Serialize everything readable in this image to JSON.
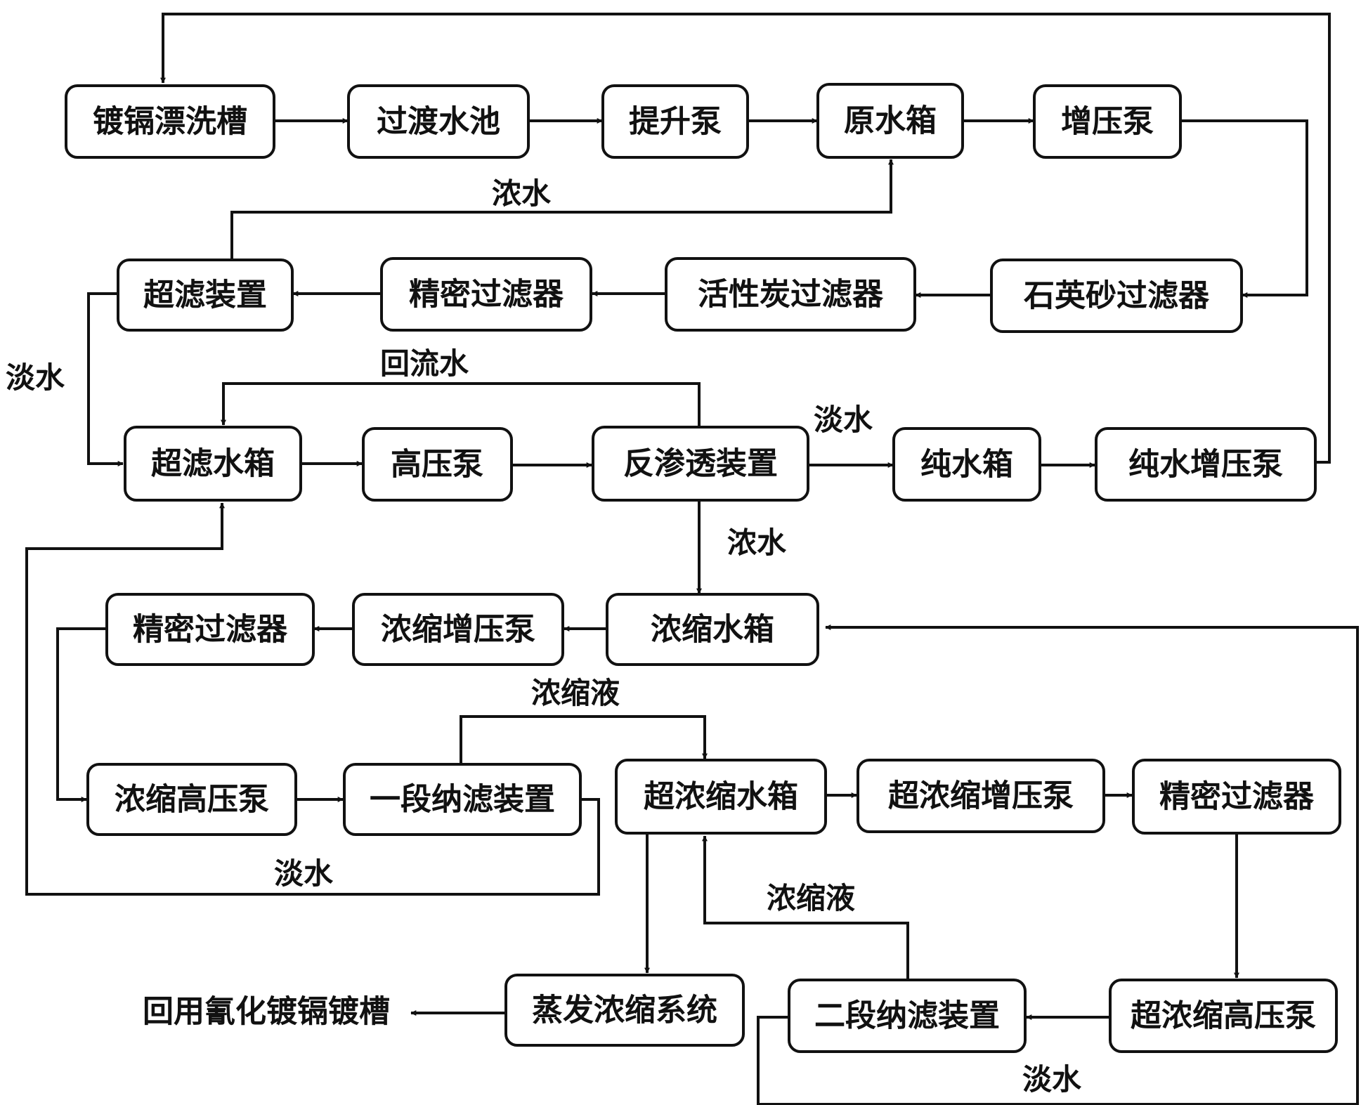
{
  "nodes": {
    "plating_rinse_tank": "镀镉漂洗槽",
    "transition_pool": "过渡水池",
    "lift_pump": "提升泵",
    "raw_water_tank": "原水箱",
    "booster_pump": "增压泵",
    "uf_device": "超滤装置",
    "precision_filter_1": "精密过滤器",
    "activated_carbon_filter": "活性炭过滤器",
    "quartz_sand_filter": "石英砂过滤器",
    "uf_water_tank": "超滤水箱",
    "high_pressure_pump": "高压泵",
    "ro_device": "反渗透装置",
    "pure_water_tank": "纯水箱",
    "pure_water_booster_pump": "纯水增压泵",
    "precision_filter_2": "精密过滤器",
    "concentrate_booster_pump": "浓缩增压泵",
    "concentrate_water_tank": "浓缩水箱",
    "concentrate_hp_pump": "浓缩高压泵",
    "nf_stage1": "一段纳滤装置",
    "super_conc_tank": "超浓缩水箱",
    "super_conc_booster_pump": "超浓缩增压泵",
    "precision_filter_3": "精密过滤器",
    "evaporation_system": "蒸发浓缩系统",
    "nf_stage2": "二段纳滤装置",
    "super_conc_hp_pump": "超浓缩高压泵"
  },
  "output_text": "回用氰化镀镉镀槽",
  "edge_labels": {
    "uf_concentrate": "浓水",
    "uf_fresh": "淡水",
    "ro_reflux": "回流水",
    "ro_fresh": "淡水",
    "ro_concentrate": "浓水",
    "nf1_concentrate": "浓缩液",
    "nf1_fresh": "淡水",
    "nf2_concentrate": "浓缩液",
    "nf2_fresh": "淡水"
  }
}
